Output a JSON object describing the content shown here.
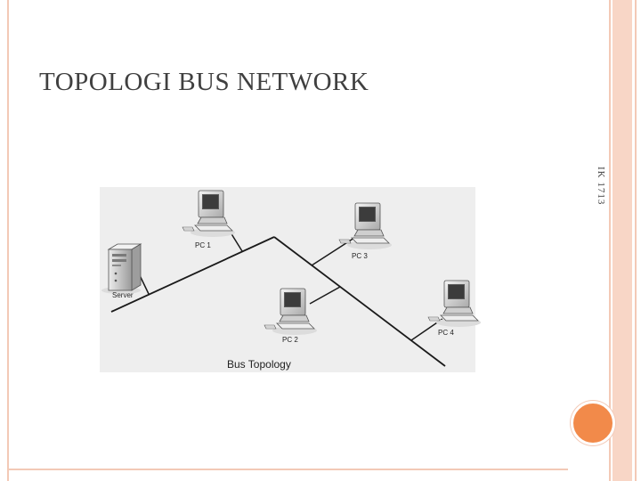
{
  "slide": {
    "title": "TOPOLOGI BUS NETWORK",
    "side_code": "IK 1713"
  },
  "diagram": {
    "caption": "Bus Topology",
    "nodes": [
      {
        "id": "server",
        "label": "Server",
        "icon": "server-tower-icon"
      },
      {
        "id": "pc1",
        "label": "PC 1",
        "icon": "desktop-computer-icon"
      },
      {
        "id": "pc2",
        "label": "PC 2",
        "icon": "desktop-computer-icon"
      },
      {
        "id": "pc3",
        "label": "PC 3",
        "icon": "desktop-computer-icon"
      },
      {
        "id": "pc4",
        "label": "PC 4",
        "icon": "desktop-computer-icon"
      }
    ]
  },
  "colors": {
    "frame": "#f3c9b6",
    "accent": "#f28a4a",
    "title_text": "#404040"
  }
}
